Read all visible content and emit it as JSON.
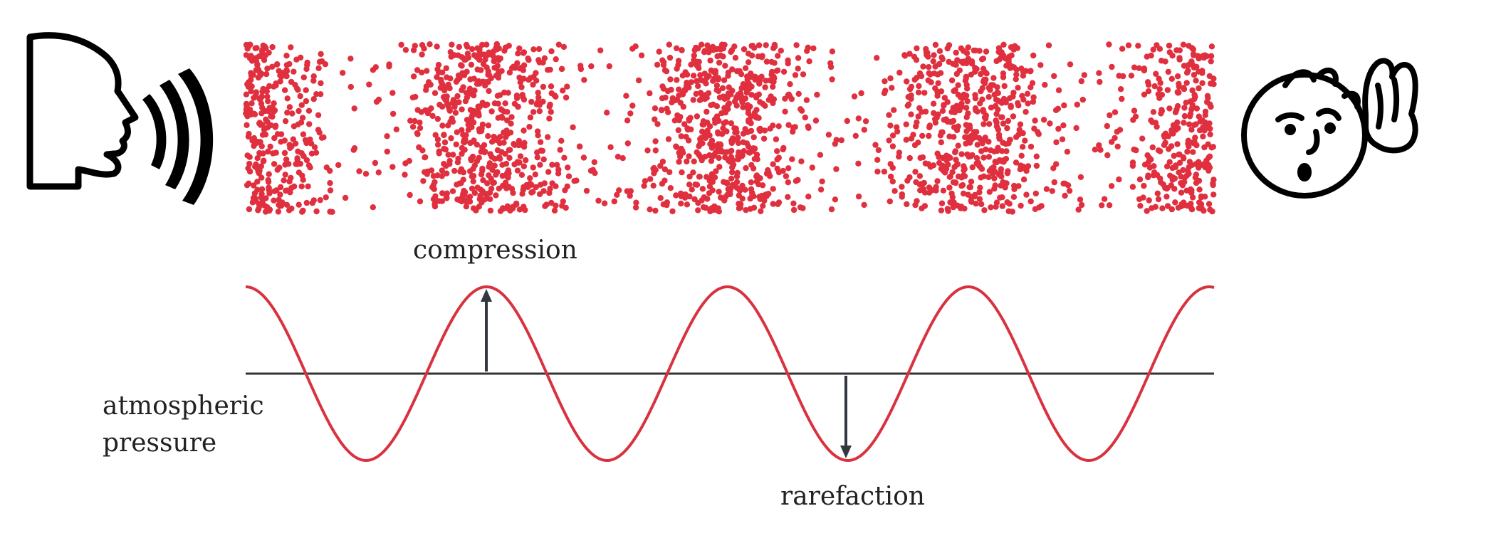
{
  "labels": {
    "compression": "compression",
    "atmospheric_line1": "atmospheric",
    "atmospheric_line2": "pressure",
    "rarefaction": "rarefaction"
  },
  "colors": {
    "particle": "#e0303f",
    "wave": "#d9323f",
    "baseline": "#333333",
    "arrow": "#333740",
    "outline": "#000000"
  },
  "icons": {
    "speaker": "speaking-head-icon",
    "sound": "sound-waves-icon",
    "listener": "listening-face-icon",
    "hand": "cupped-hand-icon"
  },
  "wave": {
    "cycles": 4,
    "phase": "crest at start"
  }
}
